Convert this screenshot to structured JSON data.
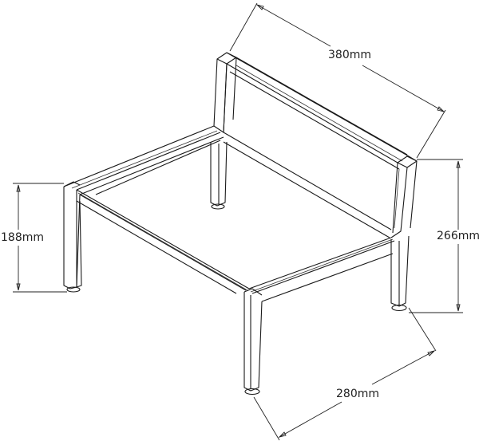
{
  "diagram": {
    "subject": "chair frame isometric line drawing",
    "line_color": "#1a1a1a",
    "background": "#ffffff"
  },
  "dimensions": {
    "backrest_width": "380mm",
    "seat_height": "188mm",
    "back_height": "266mm",
    "depth": "280mm"
  }
}
